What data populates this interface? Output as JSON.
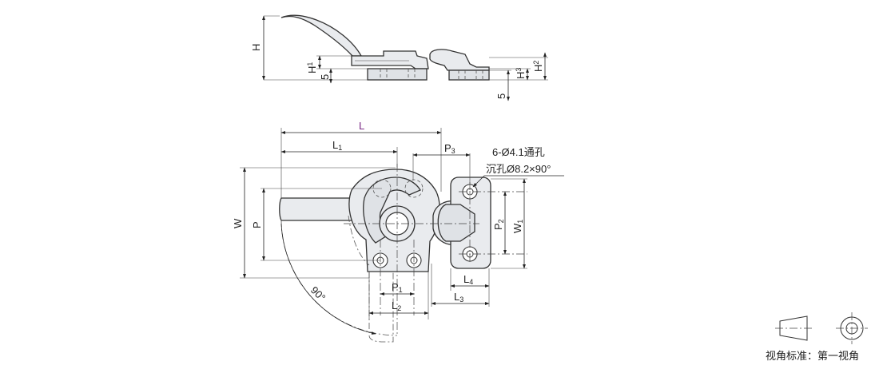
{
  "title_color": "#7a2a86",
  "side_view": {
    "labels": {
      "H": "H",
      "H1": "H",
      "H1_sub": "1",
      "five_left": "5",
      "H3": "H",
      "H3_sub": "3",
      "H2": "H",
      "H2_sub": "2",
      "five_right": "5"
    }
  },
  "top_view": {
    "labels": {
      "L": "L",
      "L1": "L",
      "L1_sub": "1",
      "P3": "P",
      "P3_sub": "3",
      "W": "W",
      "P": "P",
      "P2": "P",
      "P2_sub": "2",
      "W1": "W",
      "W1_sub": "1",
      "P1": "P",
      "P1_sub": "1",
      "L2": "L",
      "L2_sub": "2",
      "L4": "L",
      "L4_sub": "4",
      "L3": "L",
      "L3_sub": "3",
      "angle": "90°"
    },
    "hole_note_line1": "6-Ø4.1通孔",
    "hole_note_line2": "沉孔Ø8.2×90°"
  },
  "projection_legend": {
    "label": "视角标准：第一视角"
  }
}
